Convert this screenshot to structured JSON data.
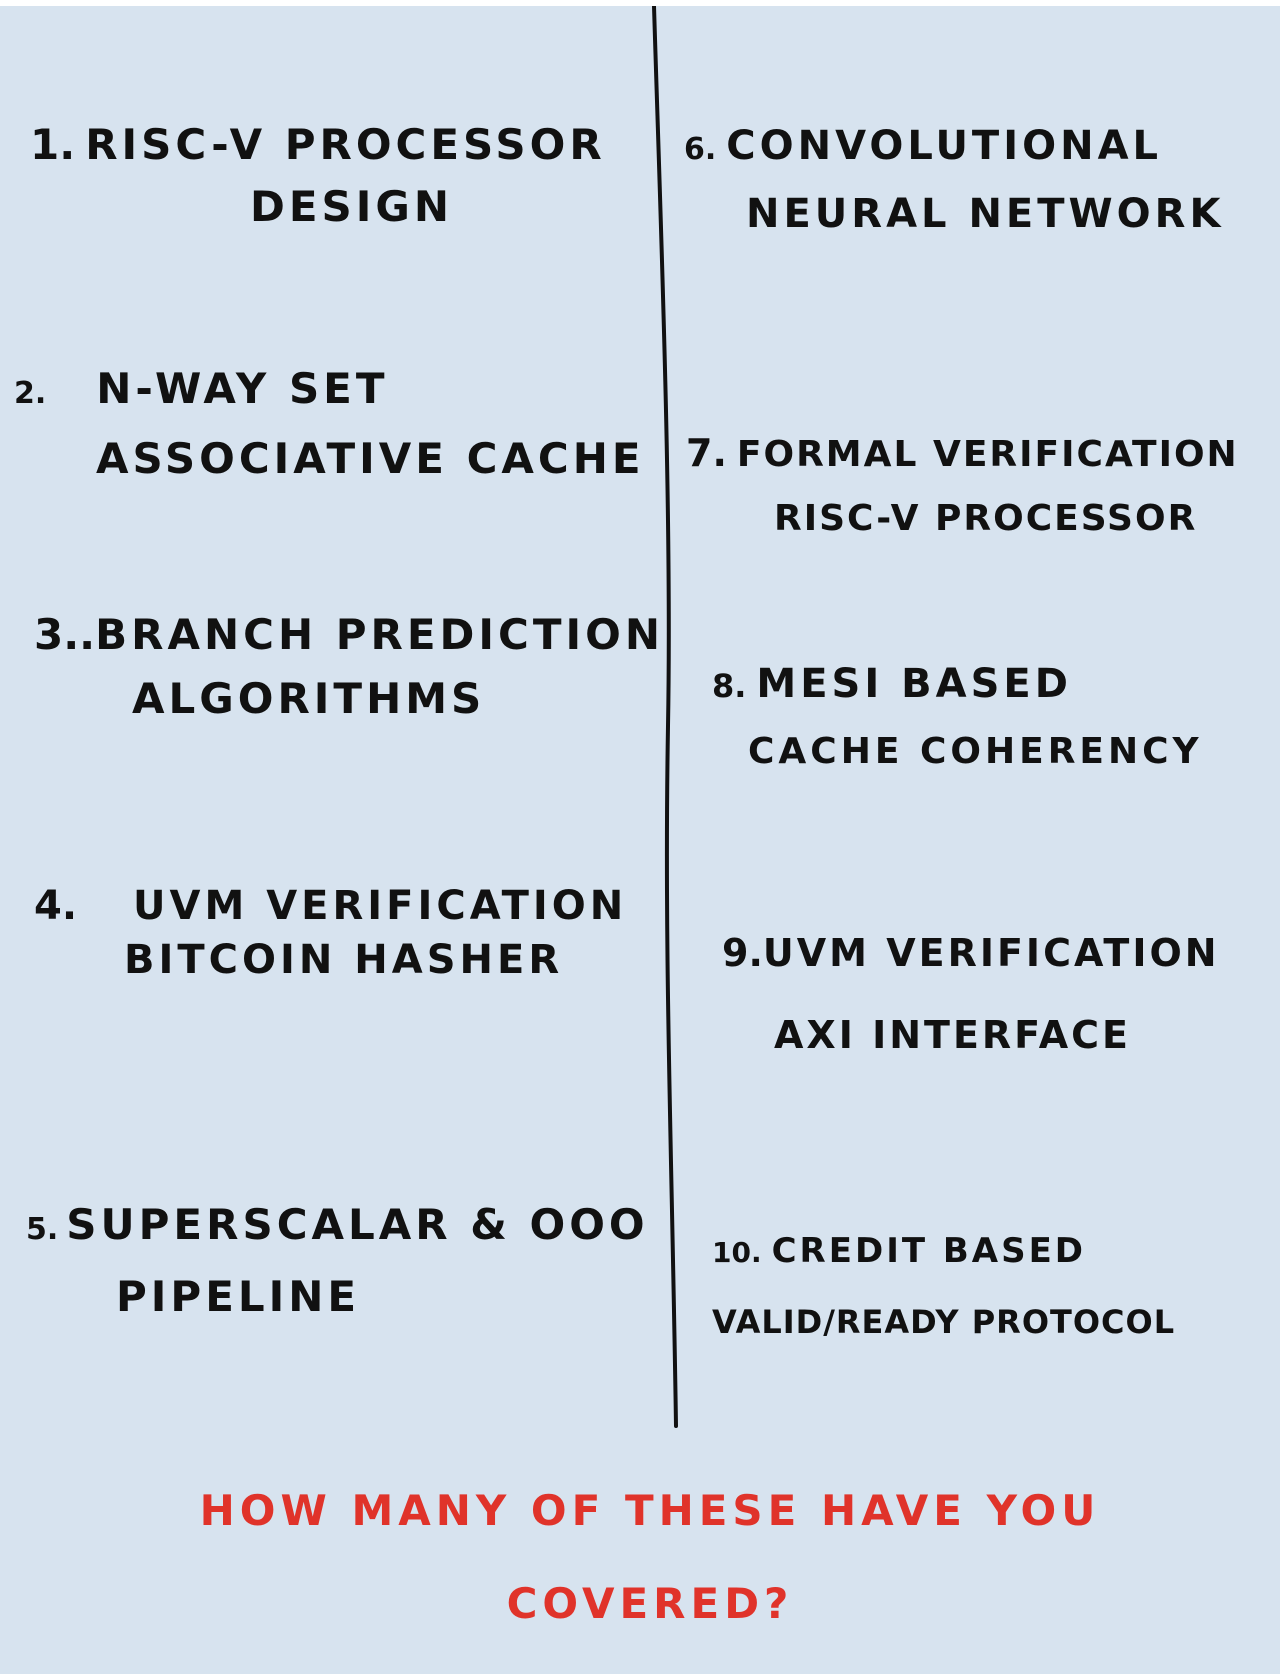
{
  "items": [
    {
      "number": "1.",
      "line1": "RISC-V PROCESSOR",
      "line2": "DESIGN"
    },
    {
      "number": "2.",
      "line1": "N-WAY SET",
      "line2": "ASSOCIATIVE CACHE"
    },
    {
      "number": "3..",
      "line1": "BRANCH PREDICTION",
      "line2": "ALGORITHMS"
    },
    {
      "number": "4.",
      "line1": "UVM VERIFICATION",
      "line2": "BITCOIN HASHER"
    },
    {
      "number": "5.",
      "line1": "SUPERSCALAR & OoO",
      "line2": "PIPELINE"
    },
    {
      "number": "6.",
      "line1": "CONVOLUTIONAL",
      "line2": "NEURAL NETWORK"
    },
    {
      "number": "7.",
      "line1": "FORMAL VERIFICATION",
      "line2": "RISC-V PROCESSOR"
    },
    {
      "number": "8.",
      "line1": "MESI BASED",
      "line2": "CACHE COHERENCY"
    },
    {
      "number": "9.",
      "line1": "UVM VERIFICATION",
      "line2": "AXI INTERFACE"
    },
    {
      "number": "10.",
      "line1": "CREDIT BASED",
      "line2": "VALID/READY PROTOCOL"
    }
  ],
  "footer": {
    "line1": "HOW MANY OF THESE HAVE YOU",
    "line2": "COVERED?"
  },
  "colors": {
    "background": "#d7e3ef",
    "ink": "#111111",
    "footer_ink": "#e0332a"
  }
}
